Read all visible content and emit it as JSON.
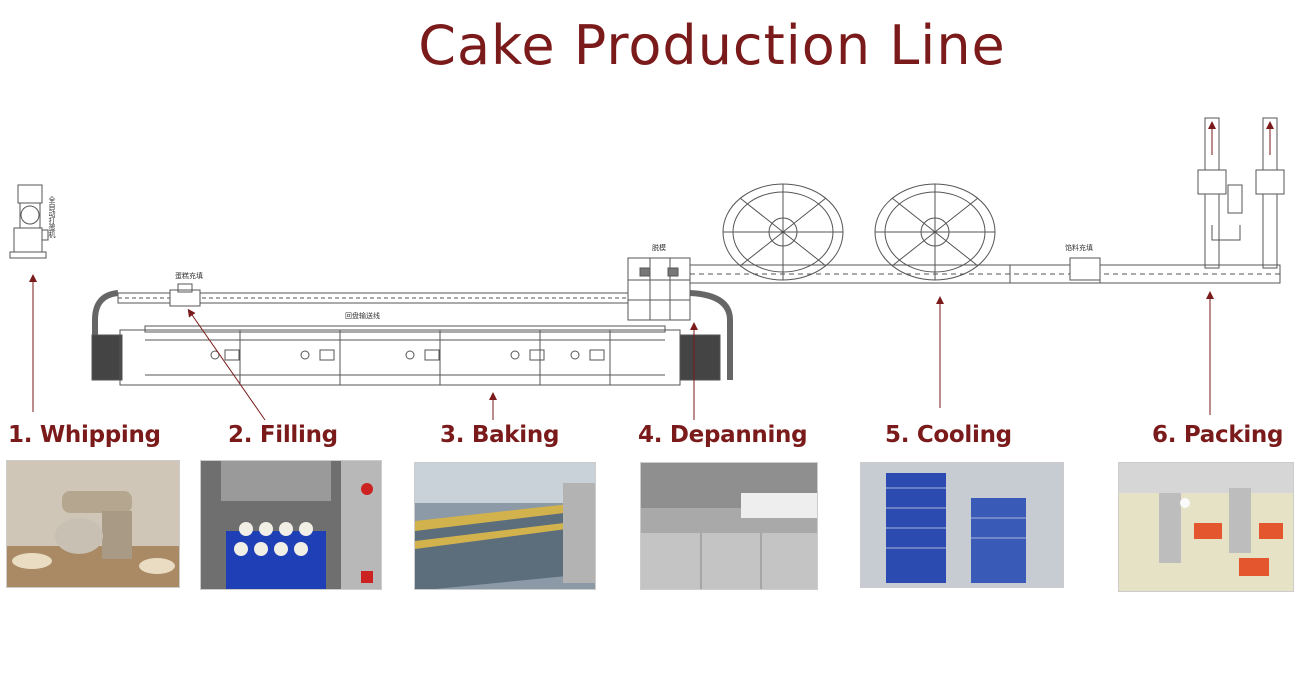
{
  "title": "Cake Production Line",
  "colors": {
    "title": "#7a1a1a",
    "arrow": "#7a1a1a",
    "drawing": "#555555"
  },
  "steps": [
    {
      "label": "1. Whipping"
    },
    {
      "label": "2. Filling"
    },
    {
      "label": "3. Baking"
    },
    {
      "label": "4. Depanning"
    },
    {
      "label": "5. Cooling"
    },
    {
      "label": "6. Packing"
    }
  ],
  "drawing_labels": {
    "filling_station": "蛋糕充填",
    "return_conveyor": "回盘输送线",
    "depanning_station": "脱模",
    "cream_filling": "馅料充填",
    "mixer": "全自动打蛋机"
  }
}
